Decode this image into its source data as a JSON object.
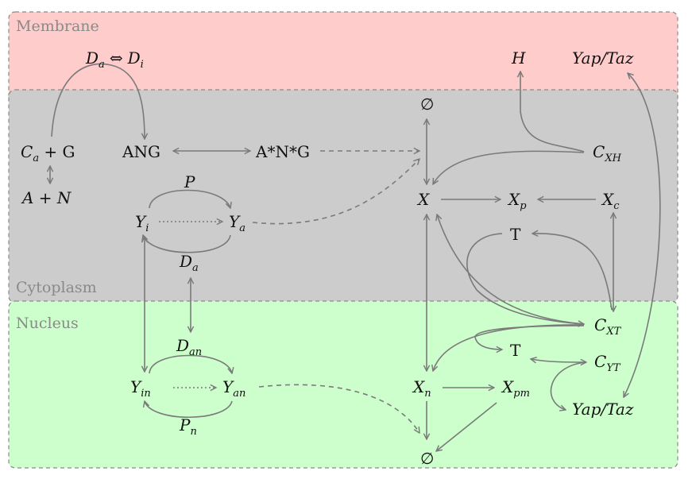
{
  "regions": {
    "membrane": "Membrane",
    "cytoplasm": "Cytoplasm",
    "nucleus": "Nucleus"
  },
  "colors": {
    "membrane": "#ffcccc",
    "cytoplasm": "#cccccc",
    "nucleus": "#ccffcc",
    "edge": "#7a7a7a",
    "border": "#8a8a8a"
  },
  "nodes": {
    "da_di": {
      "base1": "D",
      "sub1": "a",
      "arrow": "⇔",
      "base2": "D",
      "sub2": "i"
    },
    "H": "H",
    "yap_taz_top": "Yap/Taz",
    "empty_top": "∅",
    "ca_g": {
      "base": "C",
      "sub": "a",
      "rest": " + G"
    },
    "ang": "ANG",
    "a_n_g": "A*N*G",
    "c_xh": {
      "base": "C",
      "sub": "XH"
    },
    "a_n": "A + N",
    "P": "P",
    "X": "X",
    "xp": {
      "base": "X",
      "sub": "p"
    },
    "xc": {
      "base": "X",
      "sub": "c"
    },
    "yi": {
      "base": "Y",
      "sub": "i"
    },
    "ya": {
      "base": "Y",
      "sub": "a"
    },
    "T_cyto": "T",
    "da": {
      "base": "D",
      "sub": "a"
    },
    "c_xt": {
      "base": "C",
      "sub": "XT"
    },
    "dan": {
      "base": "D",
      "sub": "an"
    },
    "T_nuc": "T",
    "c_yt": {
      "base": "C",
      "sub": "YT"
    },
    "yin": {
      "base": "Y",
      "sub": "in"
    },
    "yan": {
      "base": "Y",
      "sub": "an"
    },
    "xn": {
      "base": "X",
      "sub": "n"
    },
    "xpm": {
      "base": "X",
      "sub": "pm"
    },
    "yap_taz_bottom": "Yap/Taz",
    "pn": {
      "base": "P",
      "sub": "n"
    },
    "empty_bottom": "∅"
  }
}
